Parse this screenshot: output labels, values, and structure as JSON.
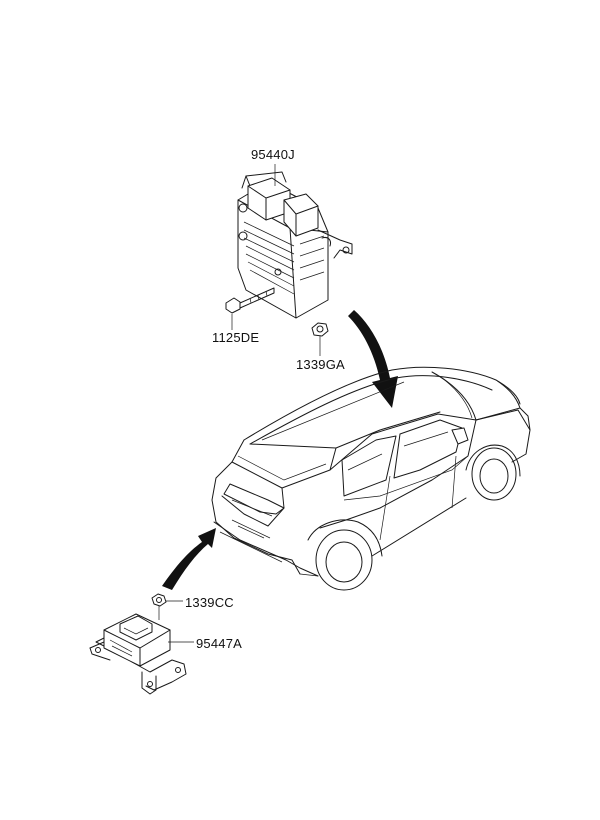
{
  "parts": [
    {
      "part_number": "95440J",
      "component": "transmission control module"
    },
    {
      "part_number": "1125DE",
      "component": "bolt"
    },
    {
      "part_number": "1339GA",
      "component": "nut"
    },
    {
      "part_number": "1339CC",
      "component": "nut"
    },
    {
      "part_number": "95447A",
      "component": "control unit with bracket"
    }
  ],
  "colors": {
    "line": "#1a1a1a",
    "arrow": "#111111",
    "background": "#ffffff"
  }
}
